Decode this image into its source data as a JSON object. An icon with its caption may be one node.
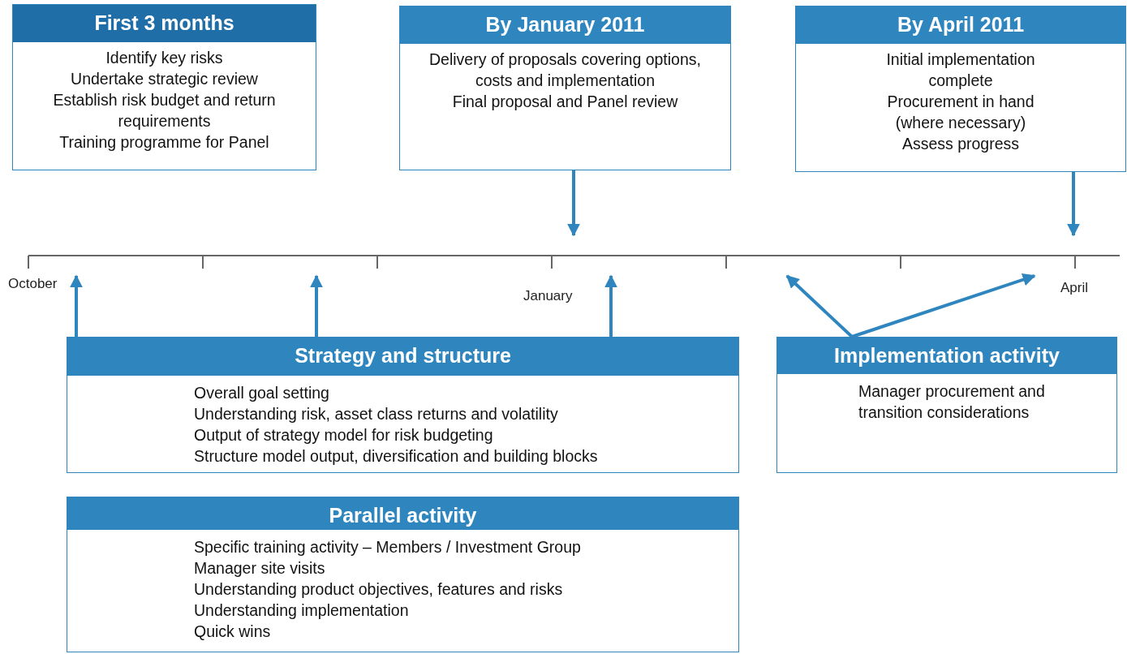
{
  "diagram": {
    "nodes": [
      {
        "text": [
          "First 3 months",
          "Identify key risks",
          "Undertake strategic review",
          "Establish risk budget and return requirements",
          "Training programme for Panel"
        ]
      },
      {
        "text": [
          "By January 2011",
          "Delivery of proposals covering options, costs and implementation",
          "Final proposal and Panel review"
        ]
      },
      {
        "text": [
          "By April 2011",
          "Initial implementation complete",
          "Procurement in hand (where necessary)",
          "Assess progress"
        ]
      },
      {
        "text": [],
        "shape": "bar"
      },
      {
        "text": [
          "Strategy and structure",
          "Overall goal setting",
          "Understanding risk, asset class returns and volatility",
          "Output of strategy model for risk budgeting",
          "Structure model output, diversification and building blocks"
        ]
      },
      {
        "text": [
          "Implementation activity",
          "Manager procurement and transition considerations"
        ]
      },
      {
        "text": [
          "Parallel activity",
          "Specific training activity – Members / Investment Group",
          "Manager site visits",
          "Understanding product objectives, features and risks",
          "Understanding implementation",
          "Quick wins"
        ]
      }
    ],
    "edges": [
      {
        "from": 1,
        "to": 3,
        "arrow": "to"
      },
      {
        "from": 2,
        "to": 3,
        "arrow": "to"
      },
      {
        "from": 4,
        "to": 3,
        "arrow": "to"
      },
      {
        "from": 4,
        "to": 3,
        "arrow": "to"
      },
      {
        "from": 4,
        "to": 3,
        "arrow": "to"
      },
      {
        "from": 5,
        "to": 3,
        "arrow": "to"
      },
      {
        "from": 5,
        "to": 3,
        "arrow": "to"
      }
    ],
    "labels": [
      "October",
      "January",
      "April"
    ]
  }
}
